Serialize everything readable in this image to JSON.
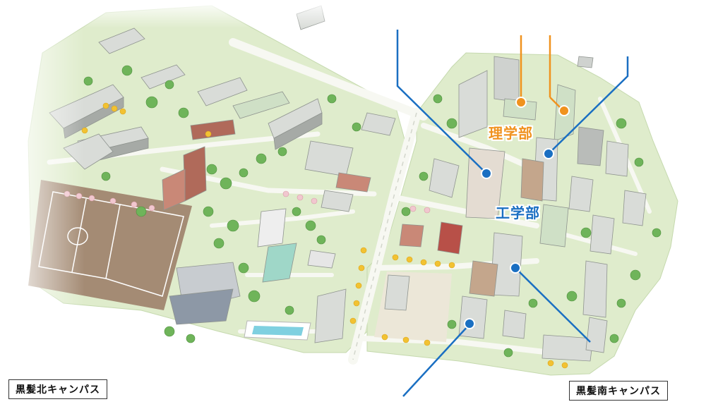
{
  "map": {
    "campus_north_label": "黒髪北キャンパス",
    "campus_south_label": "黒髪南キャンパス",
    "faculty_science_label": "理学部",
    "faculty_engineering_label": "工学部",
    "colors": {
      "science_accent": "#f0921e",
      "engineering_accent": "#1a6fc2",
      "ground": "#dfeccc",
      "road": "#f7f8f2",
      "building_roof": "#d9dcd8",
      "building_wall": "#a6aaa6",
      "tree": "#6fb45a",
      "ginkgo": "#f2c232",
      "field": "#a48b74",
      "water": "#7fd0e0"
    }
  }
}
